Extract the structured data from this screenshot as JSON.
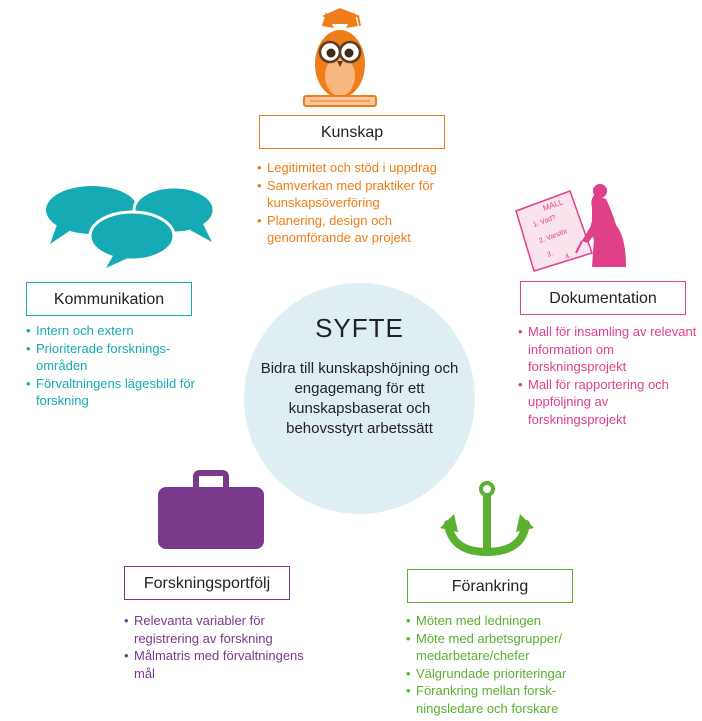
{
  "center": {
    "title": "SYFTE",
    "description": "Bidra till kunskapshöjning och engagemang för ett kunskapsbaserat och behovsstyrt arbetssätt"
  },
  "nodes": {
    "kunskap": {
      "label": "Kunskap",
      "color": "#ef7d1a",
      "icon": "owl-icon",
      "items": [
        "Legitimitet och stöd i uppdrag",
        "Samverkan med praktiker för kunskapsöverföring",
        "Planering, design och genomförande av projekt"
      ]
    },
    "kommunikation": {
      "label": "Kommunikation",
      "color": "#16aab5",
      "icon": "speech-bubbles-icon",
      "items": [
        "Intern och extern",
        "Prioriterade forsknings-områden",
        "Förvaltningens lägesbild för forskning"
      ]
    },
    "dokumentation": {
      "label": "Dokumentation",
      "color": "#e0408a",
      "icon": "person-writing-icon",
      "icon_text": [
        "MALL",
        "1. Vad?",
        "2. Varsför",
        "3.",
        "4."
      ],
      "items": [
        "Mall för insamling av relevant information om forskningsprojekt",
        "Mall för rapportering och uppföljning av forskningsprojekt"
      ]
    },
    "forskningsportfolj": {
      "label": "Forskningsportfölj",
      "color": "#7a3a8c",
      "icon": "briefcase-icon",
      "items": [
        "Relevanta variabler för registrering av forskning",
        "Målmatris med förvaltningens mål"
      ]
    },
    "forankring": {
      "label": "Förankring",
      "color": "#5ab031",
      "icon": "anchor-icon",
      "items": [
        "Möten med ledningen",
        "Möte med arbetsgrupper/ medarbetare/chefer",
        "Välgrundade prioriteringar",
        "Förankring mellan forsk-ningsledare och forskare"
      ]
    }
  }
}
